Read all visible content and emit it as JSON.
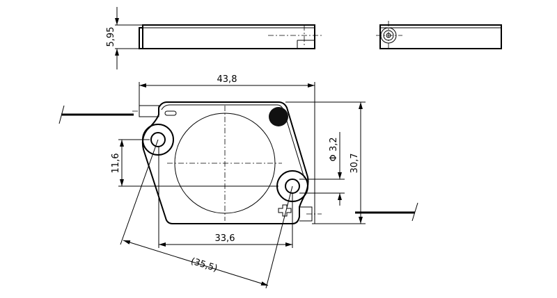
{
  "drawing": {
    "dimensions": {
      "height_side": "5,95",
      "overall_width": "43,8",
      "hole_vertical_offset": "11,6",
      "hole_diameter": "Φ 3,2",
      "overall_height": "30,7",
      "hole_horizontal_spacing": "33,6",
      "hole_diagonal_spacing": "(35,5)"
    }
  }
}
